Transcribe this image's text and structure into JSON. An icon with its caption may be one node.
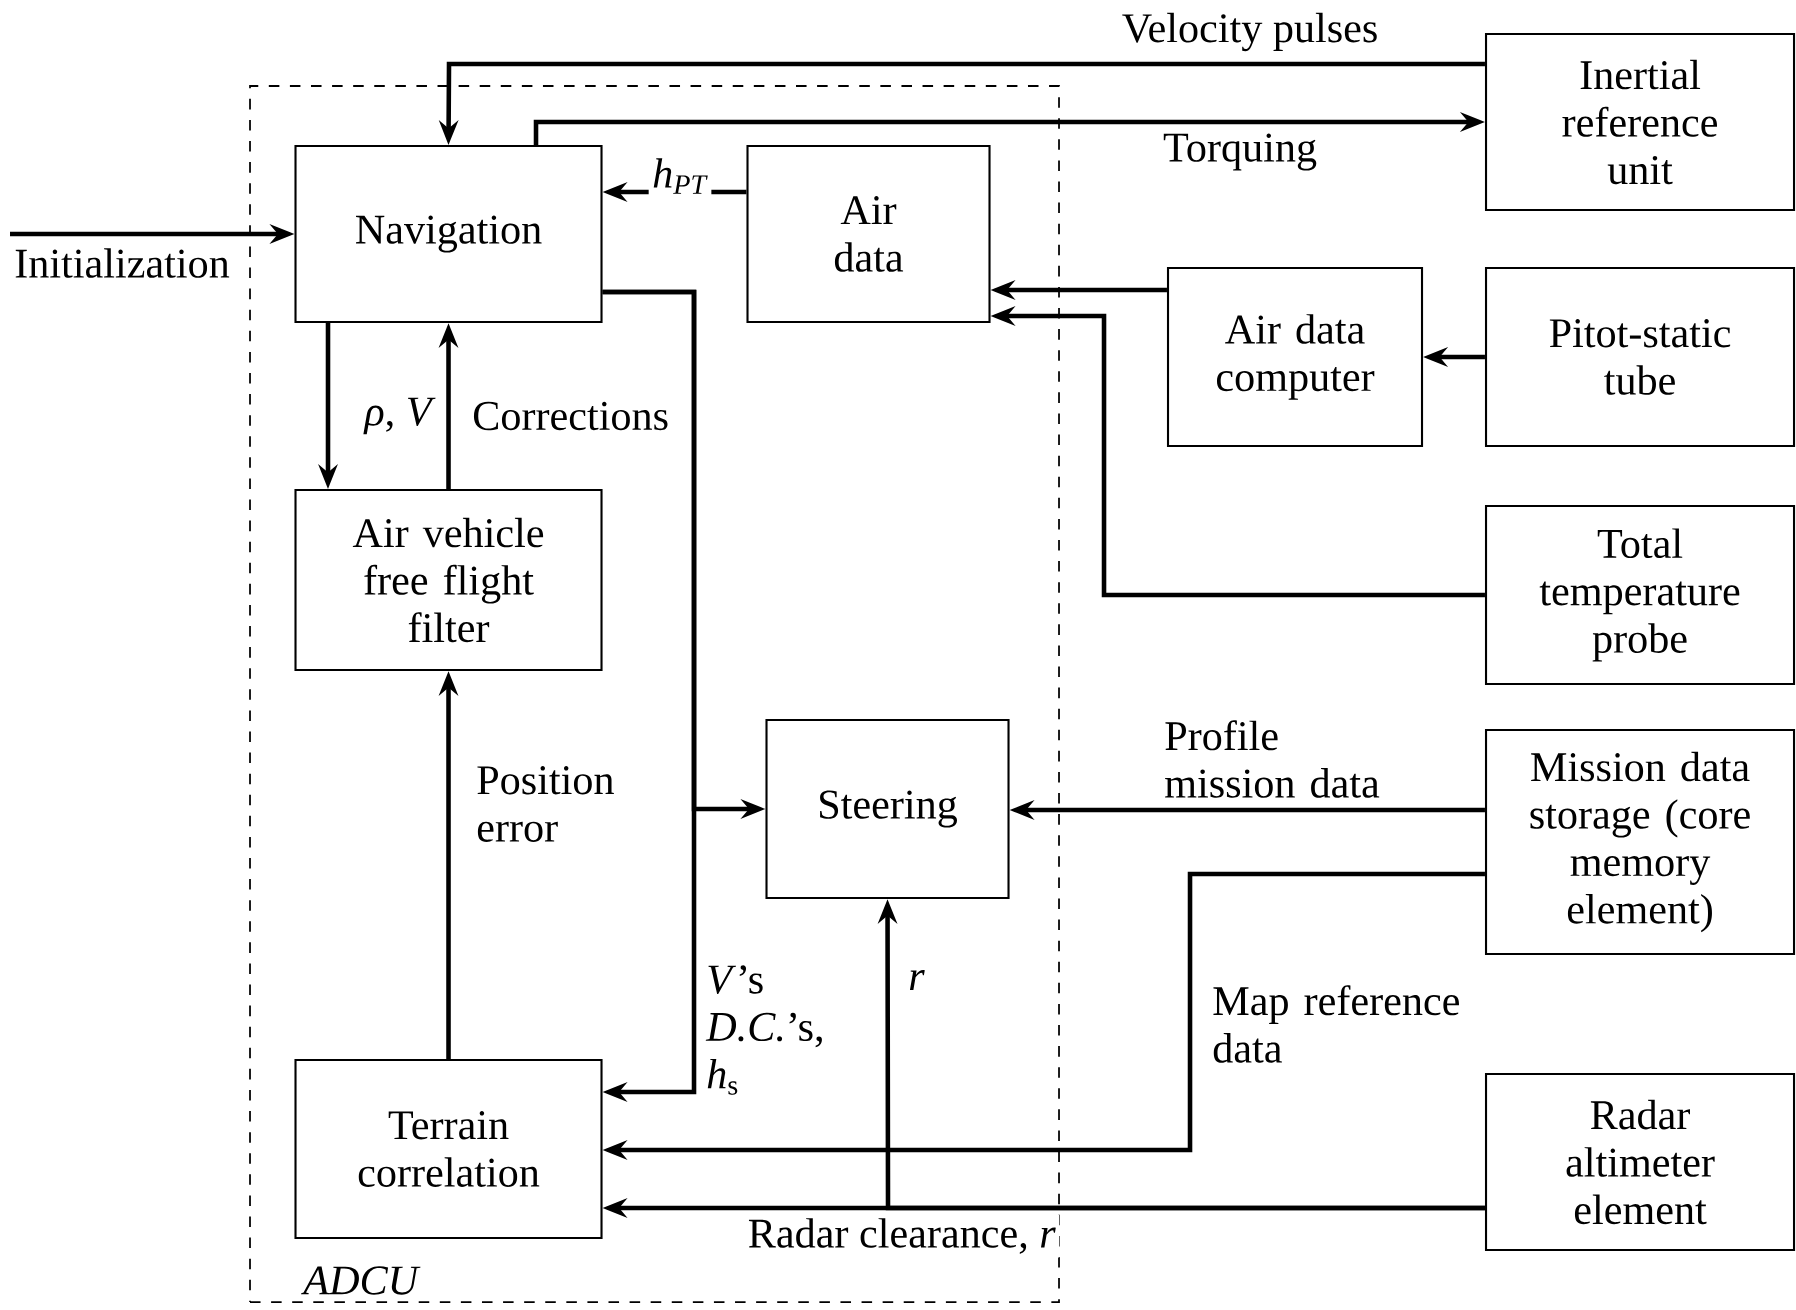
{
  "diagram": {
    "nodes": [
      {
        "text": [
          "ADCU"
        ]
      },
      {
        "text": [
          "Navigation"
        ],
        "in": 0
      },
      {
        "text": [
          "Air data"
        ],
        "in": 0
      },
      {
        "text": [
          "Air vehicle free flight filter"
        ],
        "in": 0
      },
      {
        "text": [
          "Steering"
        ],
        "in": 0
      },
      {
        "text": [
          "Terrain correlation"
        ],
        "in": 0
      },
      {
        "text": [
          "Inertial reference unit"
        ]
      },
      {
        "text": [
          "Air data computer"
        ]
      },
      {
        "text": [
          "Pitot-static tube"
        ]
      },
      {
        "text": [
          "Total temperature probe"
        ]
      },
      {
        "text": [
          "Mission data storage (core memory element)"
        ]
      },
      {
        "text": [
          "Radar altimeter element"
        ]
      }
    ],
    "edges": [
      {
        "from": null,
        "to": 1,
        "arrow": "to",
        "label": "Initialization"
      },
      {
        "from": 6,
        "to": 1,
        "arrow": "to",
        "label": "Velocity pulses"
      },
      {
        "from": 1,
        "to": 6,
        "arrow": "to",
        "label": "Torquing"
      },
      {
        "from": 2,
        "to": 1,
        "arrow": "to",
        "label": "h$_{PT}$"
      },
      {
        "from": 7,
        "to": 2,
        "arrow": "to"
      },
      {
        "from": 9,
        "to": 2,
        "arrow": "to"
      },
      {
        "from": 8,
        "to": 7,
        "arrow": "to"
      },
      {
        "from": 1,
        "to": 3,
        "arrow": "to",
        "label": "*ρ*, *V*"
      },
      {
        "from": 3,
        "to": 1,
        "arrow": "to",
        "label": "Corrections"
      },
      {
        "from": 5,
        "to": 3,
        "arrow": "to",
        "label": "Position error"
      },
      {
        "from": 1,
        "to": 4,
        "arrow": "to"
      },
      {
        "from": 1,
        "to": 5,
        "arrow": "to",
        "label": "*V*’s *D.C.*’s, *h*$_{s}$"
      },
      {
        "from": 10,
        "to": 4,
        "arrow": "to",
        "label": "Profile mission data"
      },
      {
        "from": 10,
        "to": 5,
        "arrow": "to",
        "label": "Map reference data"
      },
      {
        "from": 11,
        "to": 5,
        "arrow": "to",
        "label": "Radar clearance, *r*"
      },
      {
        "from": 11,
        "to": 4,
        "arrow": "to",
        "label": "r"
      }
    ]
  }
}
